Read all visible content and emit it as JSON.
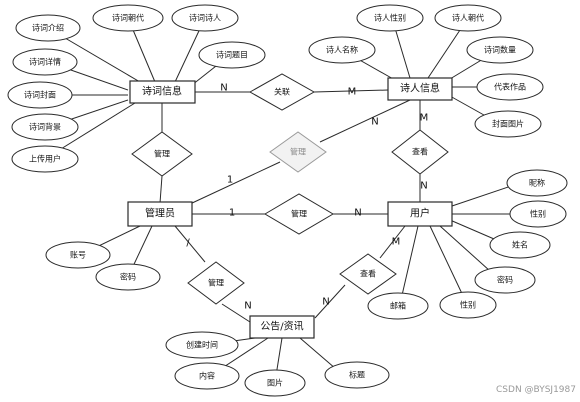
{
  "entities": {
    "poem_info": "诗词信息",
    "poet_info": "诗人信息",
    "admin": "管理员",
    "user": "用户",
    "notice": "公告/资讯"
  },
  "relationships": {
    "link": "关联",
    "manage_poem": "管理",
    "manage_poet": "管理",
    "manage_user": "管理",
    "view_poet": "查看",
    "manage_notice": "管理",
    "view_notice": "查看"
  },
  "attributes": {
    "poem_intro": "诗词介绍",
    "poem_dynasty": "诗词朝代",
    "poem_poet": "诗词诗人",
    "poem_title": "诗词题目",
    "poem_detail": "诗词详情",
    "poem_cover": "诗词封面",
    "poem_background": "诗词背景",
    "upload_user": "上传用户",
    "poet_gender": "诗人性别",
    "poet_dynasty": "诗人朝代",
    "poet_name": "诗人名称",
    "poem_count": "诗词数量",
    "works": "代表作品",
    "cover_image": "封面图片",
    "account": "账号",
    "password_admin": "密码",
    "nickname": "昵称",
    "gender_user_a": "性别",
    "name": "姓名",
    "password_user": "密码",
    "email": "邮箱",
    "gender_user_b": "性别",
    "created_time": "创建时间",
    "content": "内容",
    "image": "图片",
    "title": "标题"
  },
  "cardinalities": {
    "poem_link": "N",
    "poet_link": "M",
    "poet_admin": "N",
    "admin_poet": "1",
    "poet_view": "M",
    "user_view": "N",
    "admin_user": "1",
    "user_admin": "N",
    "admin_notice": "/",
    "notice_admin": "N",
    "notice_user": "N",
    "user_notice": "M"
  },
  "watermark": "CSDN @BYSJ1987"
}
